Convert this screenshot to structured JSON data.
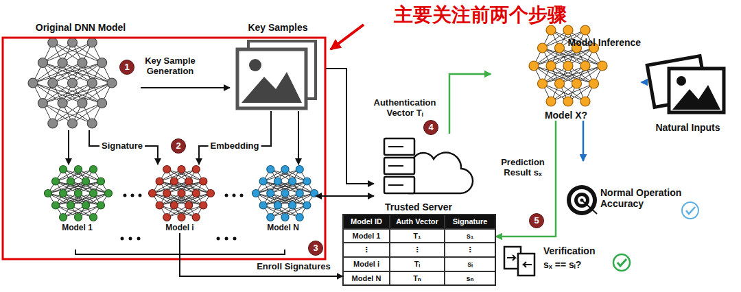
{
  "diagram": {
    "nodes": [
      {
        "text": [
          "Original DNN Model"
        ]
      },
      {
        "text": [
          "Key Samples"
        ]
      },
      {
        "text": [
          "Model 1"
        ]
      },
      {
        "text": [
          "Model i"
        ]
      },
      {
        "text": [
          "Model N"
        ]
      },
      {
        "text": [
          "Trusted Server"
        ]
      },
      {
        "text": [
          "Model Inference",
          "Model X?"
        ]
      },
      {
        "text": [
          "Natural Inputs"
        ]
      },
      {
        "text": [
          "Normal Operation Accuracy"
        ]
      },
      {
        "text": [
          "Model ID",
          "Auth Vector",
          "Signature",
          "Model 1",
          "T₁",
          "s₁",
          "⋮",
          "⋮",
          "⋮",
          "Model i",
          "Tᵢ",
          "sᵢ",
          "Model N",
          "Tₙ",
          "sₙ"
        ]
      },
      {
        "text": [
          "Verification",
          "sₓ == sᵢ?"
        ]
      }
    ],
    "edges": [
      {
        "from": 0,
        "to": 1,
        "label": "Key Sample Generation",
        "arrow": "to"
      },
      {
        "from": 0,
        "to": 2,
        "arrow": "to"
      },
      {
        "from": 0,
        "to": 3,
        "label": "Signature",
        "arrow": "to"
      },
      {
        "from": 1,
        "to": 3,
        "label": "Embedding",
        "arrow": "to"
      },
      {
        "from": 1,
        "to": 4,
        "arrow": "to"
      },
      {
        "from": 1,
        "to": 5,
        "arrow": "to"
      },
      {
        "from": 4,
        "to": 5,
        "arrow": "both"
      },
      {
        "from": 3,
        "to": 9,
        "label": "Enroll Signatures",
        "arrow": "to"
      },
      {
        "from": 5,
        "to": 6,
        "label": "Authentication Vector Tᵢ",
        "arrow": "to"
      },
      {
        "from": 7,
        "to": 6,
        "arrow": "to"
      },
      {
        "from": 6,
        "to": 8,
        "arrow": "to"
      },
      {
        "from": 6,
        "to": 9,
        "label": "Prediction Result sₓ",
        "arrow": "to"
      }
    ],
    "labels": [
      "主要关注前两个步骤",
      "1",
      "2",
      "3",
      "4",
      "5"
    ]
  }
}
